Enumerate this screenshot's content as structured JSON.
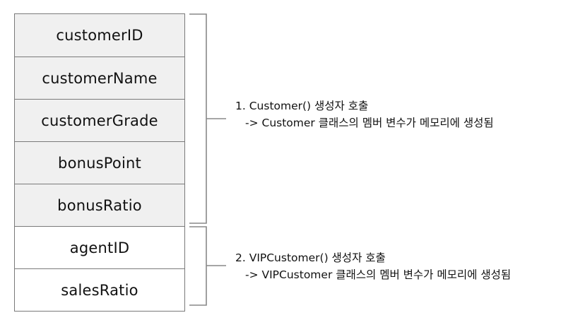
{
  "parent_fields": [
    "customerID",
    "customerName",
    "customerGrade",
    "bonusPoint",
    "bonusRatio"
  ],
  "child_fields": [
    "agentID",
    "salesRatio"
  ],
  "notes": [
    {
      "line1": "1. Customer() 생성자 호출",
      "line2": "-> Customer 클래스의 멤버 변수가 메모리에 생성됨"
    },
    {
      "line1": "2. VIPCustomer() 생성자 호출",
      "line2": "-> VIPCustomer 클래스의 멤버 변수가 메모리에 생성됨"
    }
  ],
  "colors": {
    "parent_fill": "#f0f0f0",
    "child_fill": "#ffffff",
    "border": "#7a7a7a",
    "bracket": "#888888"
  }
}
